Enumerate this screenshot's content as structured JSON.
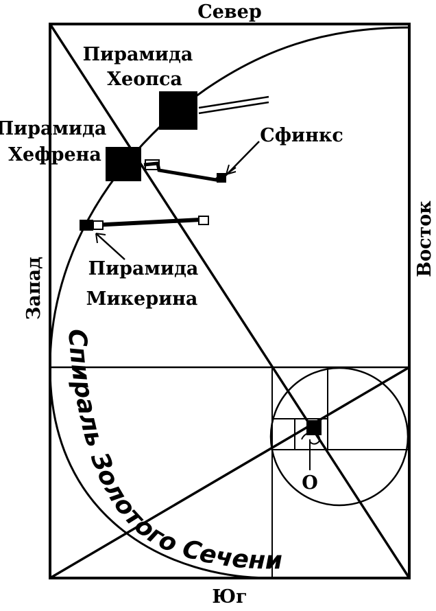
{
  "directions": {
    "north": "Север",
    "south": "Юг",
    "west": "Запад",
    "east": "Восток"
  },
  "labels": {
    "cheops_line1": "Пирамида",
    "cheops_line2": "Хеопса",
    "khafre_line1": "Пирамида",
    "khafre_line2": "Хефрена",
    "sphinx": "Сфинкс",
    "menkaure_line1": "Пирамида",
    "menkaure_line2": "Микерина",
    "spiral": "Спираль Золотого Сечения",
    "center": "O"
  },
  "colors": {
    "ink": "#000000",
    "paper": "#ffffff"
  }
}
